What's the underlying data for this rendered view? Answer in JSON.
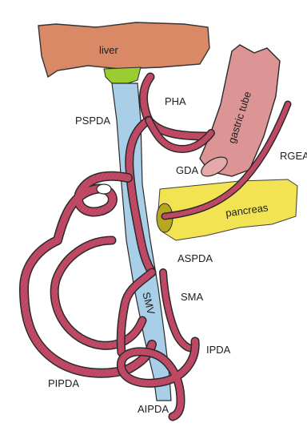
{
  "labels": {
    "liver": "liver",
    "pha": "PHA",
    "pspda": "PSPDA",
    "gastric_tube": "gastric tube",
    "rgea": "RGEA",
    "gda": "GDA",
    "pancreas": "pancreas",
    "aspda": "ASPDA",
    "sma": "SMA",
    "smv": "SMV",
    "ipda": "IPDA",
    "pipda": "PIPDA",
    "aipda": "AIPDA"
  },
  "colors": {
    "liver": "#d9835e",
    "gallbladder": "#9acd32",
    "smv": "#a9cfe8",
    "gastric_tube": "#dc9494",
    "pancreas": "#f0e040",
    "artery": "#c24a68",
    "outline": "#2a2a2a"
  }
}
